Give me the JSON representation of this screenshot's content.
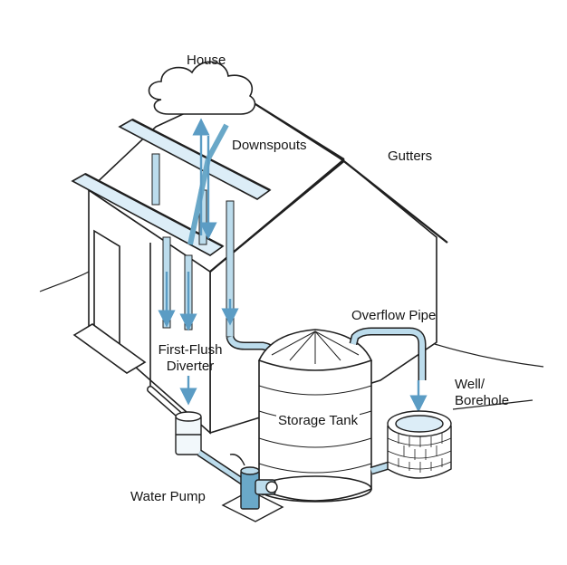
{
  "diagram": {
    "labels": {
      "house": "House",
      "downspouts": "Downspouts",
      "gutters": "Gutters",
      "overflow_pipe": "Overflow Pipe",
      "first_flush_line1": "First-Flush",
      "first_flush_line2": "Diverter",
      "well_line1": "Well/",
      "well_line2": "Borehole",
      "storage_tank": "Storage Tank",
      "water_pump": "Water Pump"
    },
    "colors": {
      "line": "#1f1f1f",
      "pipe": "#bcdcec",
      "pipe_dark": "#6aa8c8",
      "water_light": "#dcedf7",
      "arrow": "#5b9cc4"
    }
  }
}
